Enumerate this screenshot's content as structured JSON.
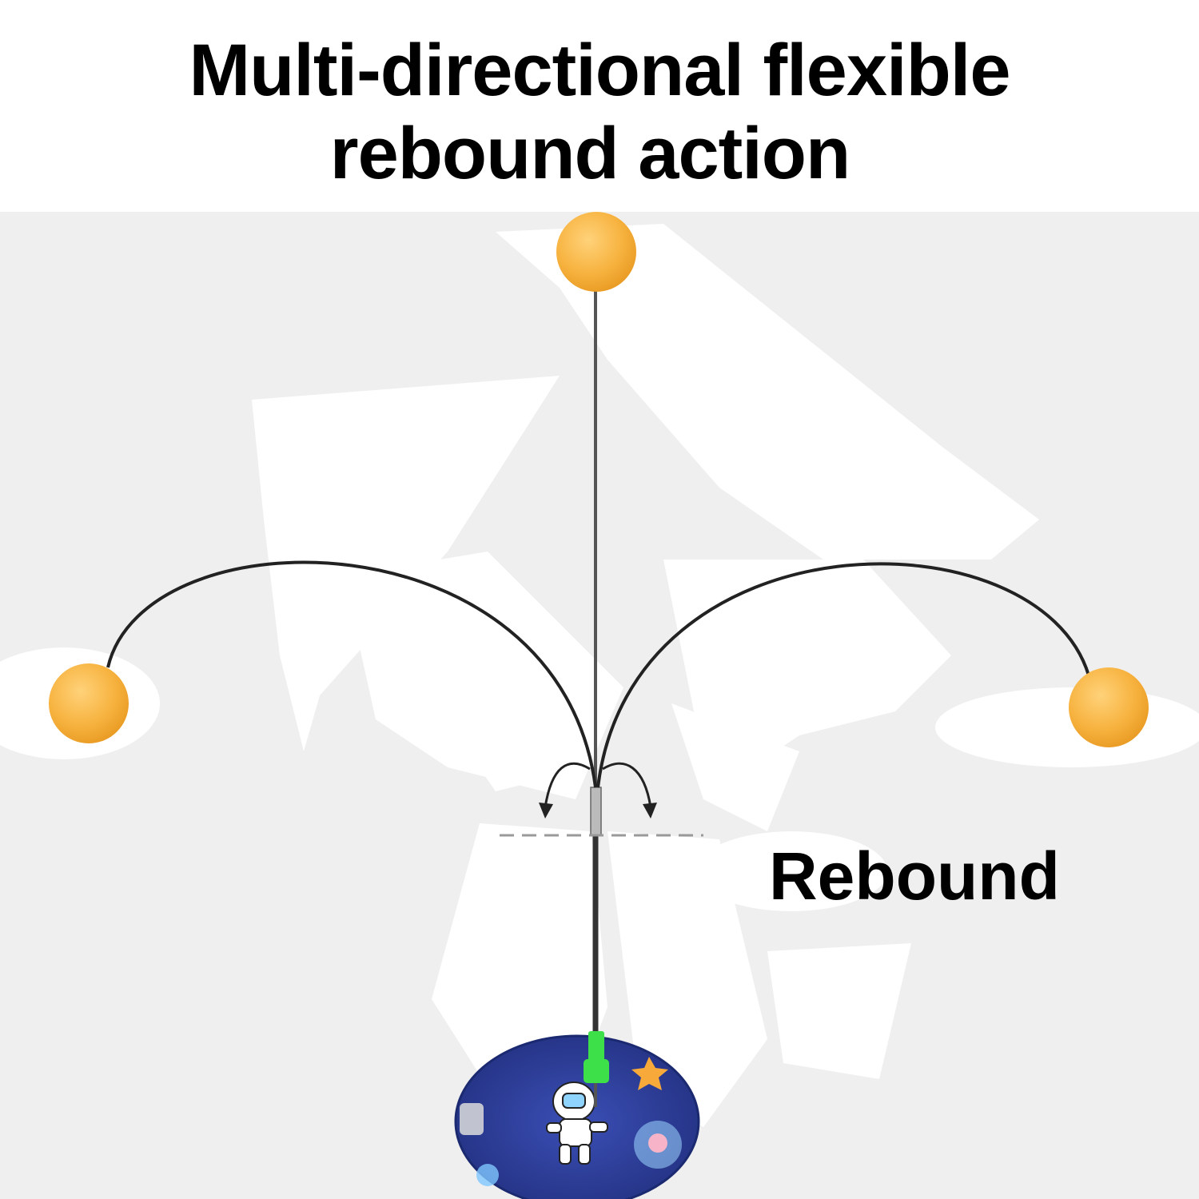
{
  "headline": {
    "line1": "Multi-directional flexible",
    "line2": "rebound action"
  },
  "callout": {
    "label": "Rebound"
  },
  "colors": {
    "background": "#f0efef",
    "ball": "#f7b340",
    "base": "#2e3f9e",
    "rod_collar": "#3ee04a",
    "rod": "#444444"
  }
}
